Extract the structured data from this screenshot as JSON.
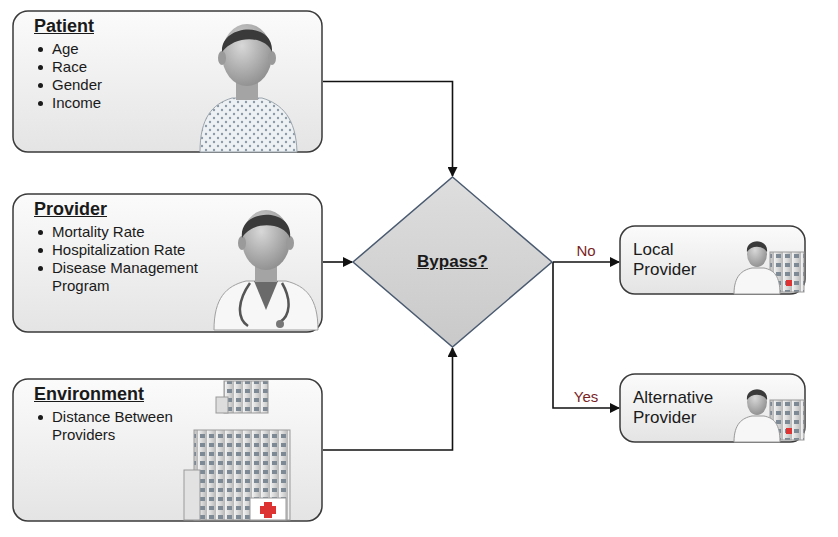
{
  "diagram": {
    "nodes": [
      {
        "text": [
          "Patient",
          "Age",
          "Race",
          "Gender",
          "Income"
        ]
      },
      {
        "text": [
          "Provider",
          "Mortality Rate",
          "Hospitalization Rate",
          "Disease Management Program"
        ]
      },
      {
        "text": [
          "Environment",
          "Distance Between Providers"
        ]
      },
      {
        "text": [
          "Bypass?"
        ]
      },
      {
        "text": [
          "Local Provider"
        ]
      },
      {
        "text": [
          "Alternative Provider"
        ]
      }
    ],
    "edges": [
      {
        "from": 0,
        "to": 3,
        "arrow": "to"
      },
      {
        "from": 1,
        "to": 3,
        "arrow": "to"
      },
      {
        "from": 2,
        "to": 3,
        "arrow": "to"
      },
      {
        "from": 3,
        "to": 4,
        "label": "No",
        "arrow": "to"
      },
      {
        "from": 3,
        "to": 5,
        "label": "Yes",
        "arrow": "to"
      }
    ]
  }
}
